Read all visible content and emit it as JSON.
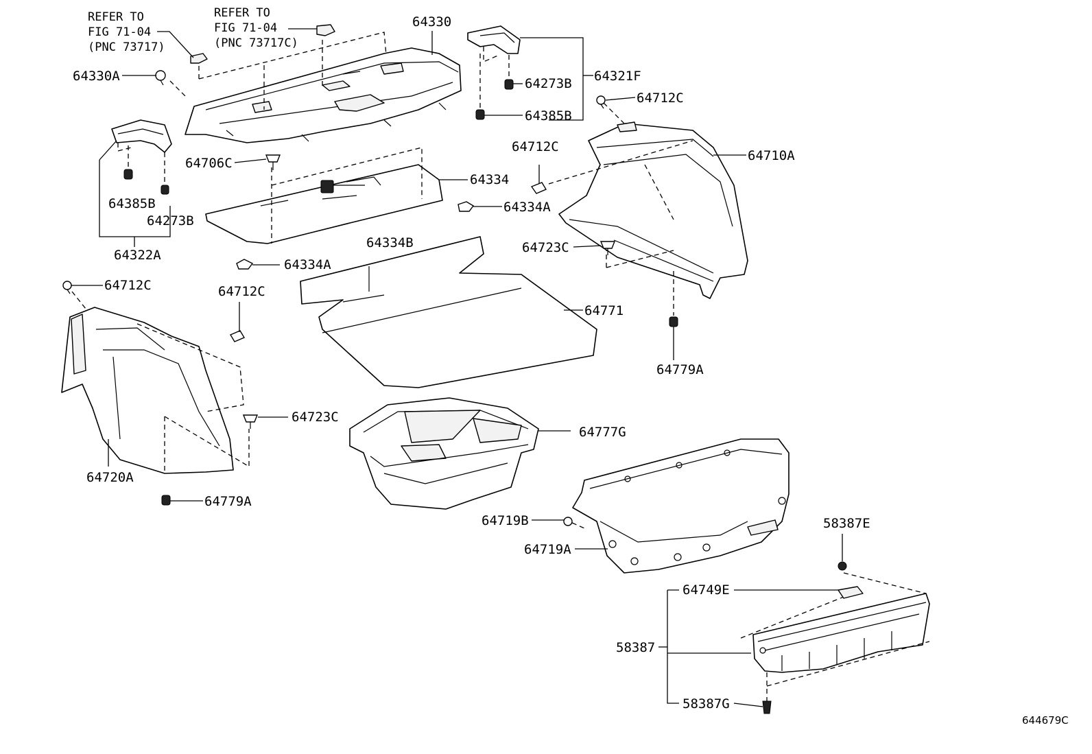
{
  "callouts": {
    "refer_a_line1": "REFER TO",
    "refer_a_line2": "FIG 71-04",
    "refer_a_line3": "(PNC 73717)",
    "refer_b_line1": "REFER TO",
    "refer_b_line2": "FIG 71-04",
    "refer_b_line3": "(PNC 73717C)",
    "p64330": "64330",
    "p64330A": "64330A",
    "p64321F": "64321F",
    "p64273B_r": "64273B",
    "p64385B_r": "64385B",
    "p64712C_r1": "64712C",
    "p64710A": "64710A",
    "p64712C_r2": "64712C",
    "p64706C": "64706C",
    "p64334": "64334",
    "p64334A_r": "64334A",
    "p64385B_l": "64385B",
    "p64273B_l": "64273B",
    "p64322A": "64322A",
    "p64334B": "64334B",
    "p64723C_r": "64723C",
    "p64334A_l": "64334A",
    "p64712C_l1": "64712C",
    "p64712C_l2": "64712C",
    "p64771": "64771",
    "p64779A_r": "64779A",
    "p64723C_l": "64723C",
    "p64777G": "64777G",
    "p64720A": "64720A",
    "p64779A_l": "64779A",
    "p64719B": "64719B",
    "p58387E": "58387E",
    "p64719A": "64719A",
    "p64749E": "64749E",
    "p58387": "58387",
    "p58387G": "58387G"
  },
  "figure_id": "644679C"
}
